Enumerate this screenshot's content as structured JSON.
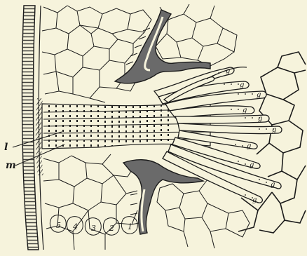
{
  "figure": {
    "background": "#f6f3dc",
    "ink": "#1b1b1b",
    "shade": "#5e5e5e",
    "labels": {
      "l": "l",
      "m": "m",
      "layer_5": "5",
      "layer_4": "4",
      "layer_3": "3",
      "layer_2": "2",
      "layer_1": "1"
    },
    "cell_marks": [
      "g",
      "g",
      "g",
      "g",
      "g",
      "g",
      "g",
      "g",
      "g",
      "g"
    ]
  }
}
